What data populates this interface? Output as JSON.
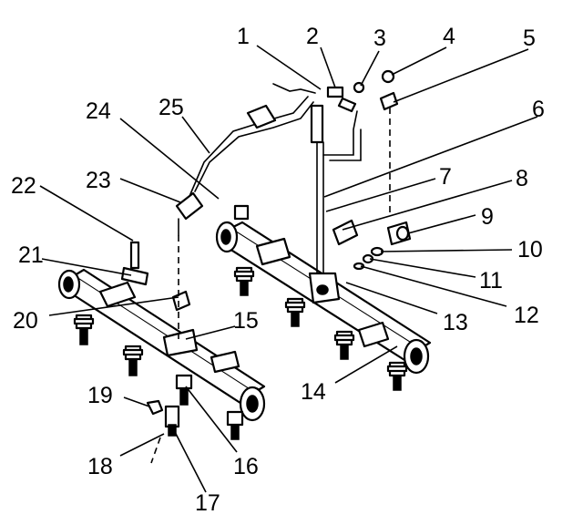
{
  "diagram": {
    "callouts": [
      "1",
      "2",
      "3",
      "4",
      "5",
      "6",
      "7",
      "8",
      "9",
      "10",
      "11",
      "12",
      "13",
      "14",
      "15",
      "16",
      "17",
      "18",
      "19",
      "20",
      "21",
      "22",
      "23",
      "24",
      "25"
    ],
    "colors": {
      "ink": "#000000",
      "paper": "#ffffff"
    }
  }
}
